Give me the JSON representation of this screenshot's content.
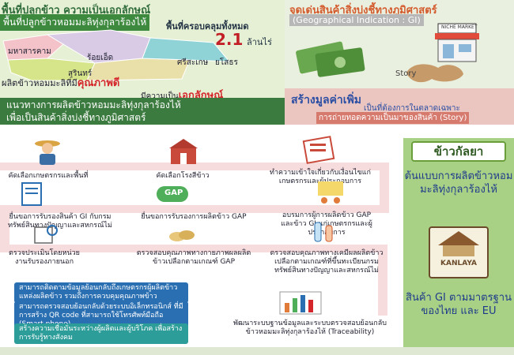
{
  "top_left": {
    "heading": "พื้นที่ปลูกข้าว ความเป็นเอกลักษณ์",
    "sub_heading": "พื้นที่ปลูกข้าวหอมมะลิทุ่งกุลาร้องไห้",
    "coverage_label": "พื้นที่ครอบคลุมทั้งหมด",
    "coverage_value": "2.1",
    "coverage_unit": "ล้านไร่",
    "regions": [
      "มหาสารคาม",
      "ร้อยเอ็ด",
      "สุรินทร์",
      "ศรีสะเกษ",
      "ยโสธร"
    ],
    "quality_prefix": "ผลิตข้าวหอมมะลิที่มี",
    "quality_word": "คุณภาพดี",
    "unique_prefix": "มีความเป็น",
    "unique_word": "เอกลักษณ์",
    "banner_line1": "แนวทางการผลิตข้าวหอมมะลิทุ่งกุลาร้องไห้",
    "banner_line2": "เพื่อเป็นสินค้าสิ่งบ่งชี้ทางภูมิศาสตร์"
  },
  "top_right": {
    "heading": "จุดเด่นสินค้าสิ่งบ่งชี้ทางภูมิศาสตร์",
    "sub_heading": "(Geographical Indication : GI)",
    "niche_label": "NICHE MARKET",
    "story_label": "Story",
    "value_title": "สร้างมูลค่าเพิ่ม",
    "value_line2": "เป็นที่ต้องการในตลาดเฉพาะ",
    "value_line3": "การถ่ายทอดความเป็นมาของสินค้า (Story)"
  },
  "flow": {
    "steps": [
      "คัดเลือกเกษตรกรและพื้นที่",
      "คัดเลือกโรงสีข้าว",
      "ทำความเข้าใจเกี่ยวกับเงื่อนไขแก่เกษตรกรและผู้ประกอบการ",
      "ยื่นขอการรับรองสินค้า GI กับกรมทรัพย์สินทางปัญญาและสหกรณ์ไม่",
      "ยื่นขอการรับรองการผลิตข้าว GAP",
      "อบรมการผู้การผลิตข้าว GAP และข้าว GI แก่เกษตรกรและผู้ประกอบการ",
      "ตรวจประเมินโดยหน่วยงานรับรองภายนอก",
      "ตรวจสอบคุณภาพทางกายภาพผลผลิตข้าวเปลือกตามเกณฑ์ GAP",
      "ตรวจสอบคุณภาพทางเคมีผลผลิตข้าวเปลือกตามเกณฑ์ที่ขึ้นทะเบียนกรมทรัพย์สินทางปัญญาและสหกรณ์ไม่"
    ],
    "gap_label": "GAP",
    "benefits": [
      "สามารถติดตามข้อมูลย้อนกลับถึงเกษตรกรผู้ผลิตข้าว แหล่งผลิตข้าว รวมถึงการควบคุมคุณภาพข้าว",
      "สามารถตรวจสอบย้อนกลับด้วยระบบอิเล็กทรอนิกส์ ที่มีการสร้าง QR code ที่สามารถใช้โทรศัพท์มือถือ (Smart phone)",
      "สร้างความเชื่อมั่นระหว่างผู้ผลิตและผู้บริโภค เพื่อสร้างการรับรู้ทางสังคม"
    ],
    "traceability": "พัฒนาระบบฐานข้อมูลและระบบตรวจสอบย้อนกลับข้าวหอมมะลิทุ่งกุลาร้องไห้ (Traceability)"
  },
  "right_col": {
    "brand_title": "ข้าวกัลยา",
    "model_text": "ต้นแบบการผลิตข้าวหอมมะลิทุ่งกุลาร้องไห้",
    "logo_text": "KANLAYA",
    "std_text": "สินค้า GI ตามมาตรฐานของไทย และ EU"
  },
  "colors": {
    "green_dark": "#3c7b3f",
    "red_accent": "#d4262b",
    "blue_text": "#2c4ea3",
    "blue_box": "#2a6fb2",
    "teal_box": "#2d9d9a",
    "right_panel": "#a9d186"
  }
}
